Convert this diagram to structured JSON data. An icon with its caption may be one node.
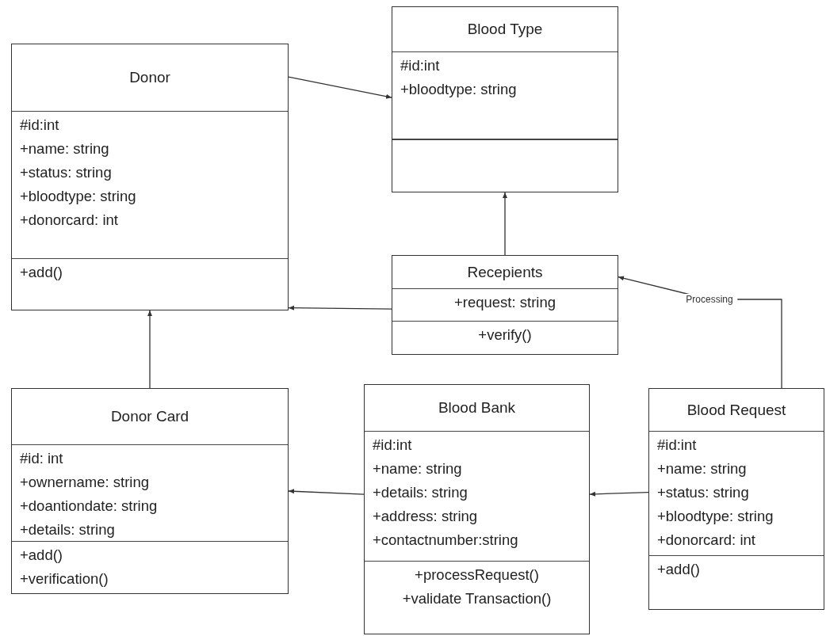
{
  "diagram": {
    "nodes": [
      {
        "text": [
          "Donor",
          "#id:int",
          "+name: string",
          "+status: string",
          "+bloodtype: string",
          "+donorcard: int",
          "+add()"
        ]
      },
      {
        "text": [
          "Blood Type",
          "#id:int",
          "+bloodtype: string"
        ]
      },
      {
        "text": [
          "Recepients",
          "+request: string",
          "+verify()"
        ]
      },
      {
        "text": [
          "Donor Card",
          "#id: int",
          "+ownername: string",
          "+doantiondate: string",
          "+details: string",
          "+add()",
          "+verification()"
        ]
      },
      {
        "text": [
          "Blood Bank",
          "#id:int",
          "+name: string",
          "+details: string",
          "+address: string",
          "+contactnumber:string",
          "+processRequest()",
          "+validate Transaction()"
        ]
      },
      {
        "text": [
          "Blood Request",
          "#id:int",
          "+name: string",
          "+status: string",
          "+bloodtype: string",
          "+donorcard: int",
          "+add()"
        ]
      }
    ],
    "edges": [
      {
        "from": 0,
        "to": 1,
        "arrow": "to"
      },
      {
        "from": 2,
        "to": 1,
        "arrow": "to"
      },
      {
        "from": 2,
        "to": 0,
        "arrow": "to"
      },
      {
        "from": 3,
        "to": 0,
        "arrow": "to"
      },
      {
        "from": 4,
        "to": 3,
        "arrow": "to"
      },
      {
        "from": 5,
        "to": 4,
        "arrow": "to"
      },
      {
        "from": 5,
        "to": 2,
        "label": "Processing",
        "arrow": "to"
      }
    ]
  }
}
